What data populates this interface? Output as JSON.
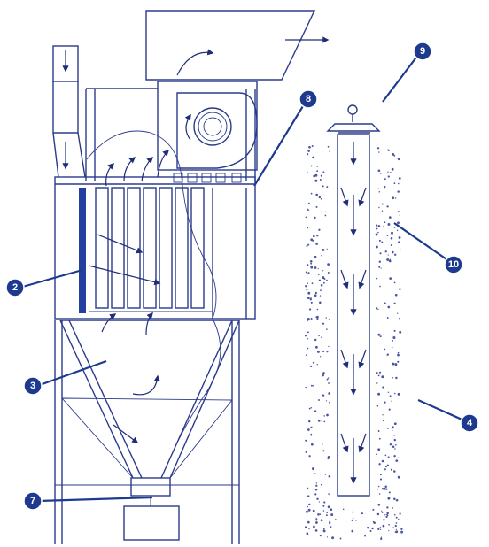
{
  "callouts": [
    {
      "id": "callout-2",
      "label": "2"
    },
    {
      "id": "callout-3",
      "label": "3"
    },
    {
      "id": "callout-4",
      "label": "4"
    },
    {
      "id": "callout-7",
      "label": "7"
    },
    {
      "id": "callout-8",
      "label": "8"
    },
    {
      "id": "callout-9",
      "label": "9"
    },
    {
      "id": "callout-10",
      "label": "10"
    }
  ],
  "colors": {
    "line": "#2b3a8c",
    "callout": "#1d3a8f",
    "panel_blue": "#2340a0"
  }
}
